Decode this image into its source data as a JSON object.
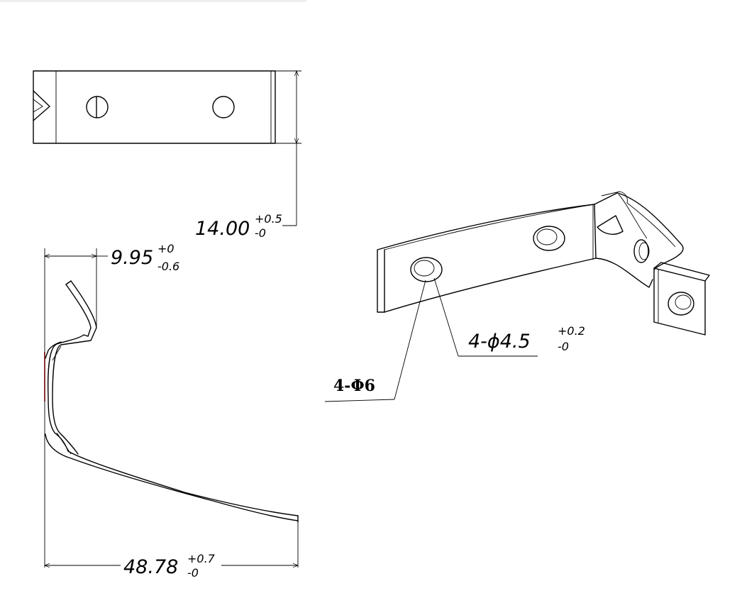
{
  "dimensions": {
    "width_14": {
      "value": "14.00",
      "tol_upper": "+0.5",
      "tol_lower": "-0"
    },
    "width_995": {
      "value": "9.95",
      "tol_upper": "+0",
      "tol_lower": "-0.6"
    },
    "length_4878": {
      "value": "48.78",
      "tol_upper": "+0.7",
      "tol_lower": "-0"
    },
    "hole_small": {
      "value": "4-ϕ4.5",
      "tol_upper": "+0.2",
      "tol_lower": "-0"
    }
  },
  "callouts": {
    "hole_large": "4-Φ6"
  },
  "colors": {
    "line": "#000000",
    "highlight": "#ff0000",
    "background": "#ffffff"
  }
}
